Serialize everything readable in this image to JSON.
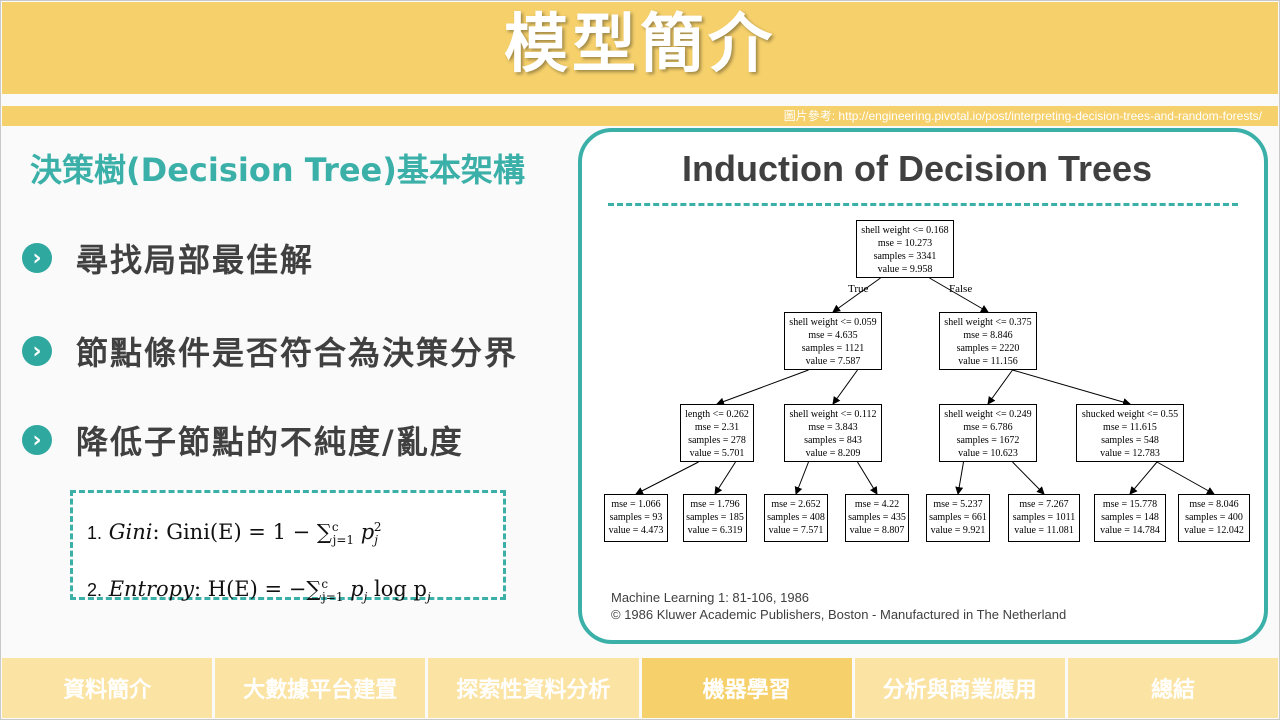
{
  "header": {
    "title": "模型簡介"
  },
  "reference": "圖片參考: http://engineering.pivotal.io/post/interpreting-decision-trees-and-random-forests/",
  "left": {
    "subtitle": "決策樹(Decision Tree)基本架構",
    "bullets": [
      "尋找局部最佳解",
      "節點條件是否符合為決策分界",
      "降低子節點的不純度/亂度"
    ],
    "formula": {
      "gini_prefix": "1.",
      "gini_name": "Gini",
      "gini_expr": ": Gini(E) = 1 − ∑",
      "gini_limits_top": "c",
      "gini_limits_bottom": "j=1",
      "gini_term": "p",
      "gini_term_sub": "j",
      "gini_term_sup": "2",
      "entropy_prefix": "2.",
      "entropy_name": "Entropy",
      "entropy_expr": ": H(E) = −∑",
      "entropy_limits_top": "c",
      "entropy_limits_bottom": "j=1",
      "entropy_term": "p",
      "entropy_term_sub": "j",
      "entropy_log": " log p",
      "entropy_log_sub": "j"
    }
  },
  "panel": {
    "title": "Induction of Decision Trees",
    "edge_true": "True",
    "edge_false": "False",
    "nodes": [
      [
        "shell weight <= 0.168",
        "mse = 10.273",
        "samples = 3341",
        "value = 9.958"
      ],
      [
        "shell weight <= 0.059",
        "mse = 4.635",
        "samples = 1121",
        "value = 7.587"
      ],
      [
        "shell weight <= 0.375",
        "mse = 8.846",
        "samples = 2220",
        "value = 11.156"
      ],
      [
        "length <= 0.262",
        "mse = 2.31",
        "samples = 278",
        "value = 5.701"
      ],
      [
        "shell weight <= 0.112",
        "mse = 3.843",
        "samples = 843",
        "value = 8.209"
      ],
      [
        "shell weight <= 0.249",
        "mse = 6.786",
        "samples = 1672",
        "value = 10.623"
      ],
      [
        "shucked weight <= 0.55",
        "mse = 11.615",
        "samples = 548",
        "value = 12.783"
      ],
      [
        "mse = 1.066",
        "samples = 93",
        "value = 4.473"
      ],
      [
        "mse = 1.796",
        "samples = 185",
        "value = 6.319"
      ],
      [
        "mse = 2.652",
        "samples = 408",
        "value = 7.571"
      ],
      [
        "mse = 4.22",
        "samples = 435",
        "value = 8.807"
      ],
      [
        "mse = 5.237",
        "samples = 661",
        "value = 9.921"
      ],
      [
        "mse = 7.267",
        "samples = 1011",
        "value = 11.081"
      ],
      [
        "mse = 15.778",
        "samples = 148",
        "value = 14.784"
      ],
      [
        "mse = 8.046",
        "samples = 400",
        "value = 12.042"
      ]
    ],
    "citation_line1": "Machine Learning 1: 81-106,  1986",
    "citation_line2": "© 1986  Kluwer Academic Publishers, Boston - Manufactured in The Netherland"
  },
  "nav": {
    "tabs": [
      "資料簡介",
      "大數據平台建置",
      "探索性資料分析",
      "機器學習",
      "分析與商業應用",
      "總結"
    ],
    "active_index": 3
  },
  "colors": {
    "accent": "#3ab0a8",
    "header": "#f5d06b",
    "nav_inactive": "#fbe3a3"
  }
}
